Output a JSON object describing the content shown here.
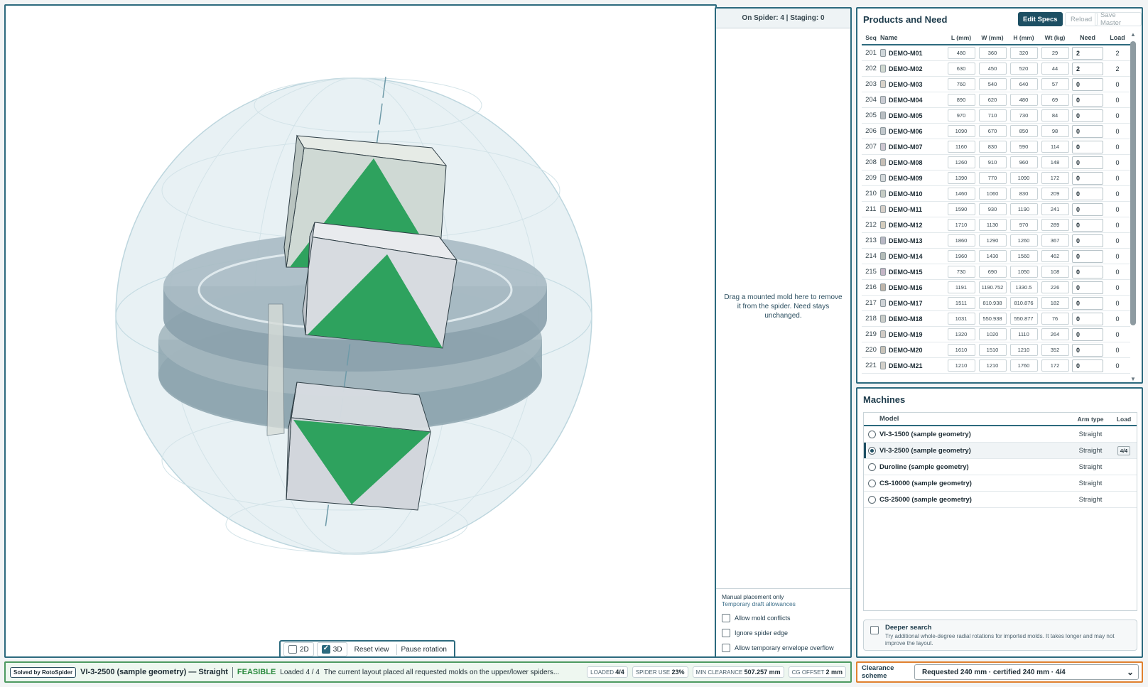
{
  "viewport": {
    "controls": {
      "label_2d": "2D",
      "label_3d": "3D",
      "reset": "Reset view",
      "pause": "Pause rotation",
      "checked_2d": false,
      "checked_3d": true
    },
    "colors": {
      "sphere": "#e3eef2",
      "spider": "#8da3ad",
      "mold": "#d6dbde",
      "marker": "#2ea25e"
    }
  },
  "staging": {
    "header": "On Spider: 4 | Staging: 0",
    "drop_hint": "Drag a mounted mold here to remove it from the spider. Need stays unchanged.",
    "note1": "Manual placement only",
    "note2": "Temporary draft allowances",
    "options": [
      "Allow mold conflicts",
      "Ignore spider edge",
      "Allow temporary envelope overflow"
    ]
  },
  "products": {
    "title": "Products and Need",
    "btn_edit": "Edit Specs",
    "btn_reload": "Reload",
    "btn_save": "Save Master",
    "columns": {
      "seq": "Seq",
      "name": "Name",
      "l": "L (mm)",
      "w": "W (mm)",
      "h": "H (mm)",
      "wt": "Wt (kg)",
      "need": "Need",
      "load": "Load"
    },
    "rows": [
      {
        "seq": "201",
        "name": "DEMO-M01",
        "l": "480",
        "w": "360",
        "h": "320",
        "wt": "29",
        "need": "2",
        "load": "2",
        "color": "#cfd6d9"
      },
      {
        "seq": "202",
        "name": "DEMO-M02",
        "l": "630",
        "w": "450",
        "h": "520",
        "wt": "44",
        "need": "2",
        "load": "2",
        "color": "#d0d8d0"
      },
      {
        "seq": "203",
        "name": "DEMO-M03",
        "l": "760",
        "w": "540",
        "h": "640",
        "wt": "57",
        "need": "0",
        "load": "0",
        "color": "#d8d2c9"
      },
      {
        "seq": "204",
        "name": "DEMO-M04",
        "l": "890",
        "w": "620",
        "h": "480",
        "wt": "69",
        "need": "0",
        "load": "0",
        "color": "#c9cbd2"
      },
      {
        "seq": "205",
        "name": "DEMO-M05",
        "l": "970",
        "w": "710",
        "h": "730",
        "wt": "84",
        "need": "0",
        "load": "0",
        "color": "#b9bec2"
      },
      {
        "seq": "206",
        "name": "DEMO-M06",
        "l": "1090",
        "w": "670",
        "h": "850",
        "wt": "98",
        "need": "0",
        "load": "0",
        "color": "#c2c8cc"
      },
      {
        "seq": "207",
        "name": "DEMO-M07",
        "l": "1160",
        "w": "830",
        "h": "590",
        "wt": "114",
        "need": "0",
        "load": "0",
        "color": "#cdc6d0"
      },
      {
        "seq": "208",
        "name": "DEMO-M08",
        "l": "1260",
        "w": "910",
        "h": "960",
        "wt": "148",
        "need": "0",
        "load": "0",
        "color": "#c7bfb6"
      },
      {
        "seq": "209",
        "name": "DEMO-M09",
        "l": "1390",
        "w": "770",
        "h": "1090",
        "wt": "172",
        "need": "0",
        "load": "0",
        "color": "#d4d8da"
      },
      {
        "seq": "210",
        "name": "DEMO-M10",
        "l": "1460",
        "w": "1060",
        "h": "830",
        "wt": "209",
        "need": "0",
        "load": "0",
        "color": "#c6ccc4"
      },
      {
        "seq": "211",
        "name": "DEMO-M11",
        "l": "1590",
        "w": "930",
        "h": "1190",
        "wt": "241",
        "need": "0",
        "load": "0",
        "color": "#d6cfc8"
      },
      {
        "seq": "212",
        "name": "DEMO-M12",
        "l": "1710",
        "w": "1130",
        "h": "970",
        "wt": "289",
        "need": "0",
        "load": "0",
        "color": "#d4ccbd"
      },
      {
        "seq": "213",
        "name": "DEMO-M13",
        "l": "1860",
        "w": "1290",
        "h": "1260",
        "wt": "367",
        "need": "0",
        "load": "0",
        "color": "#b8b8c4"
      },
      {
        "seq": "214",
        "name": "DEMO-M14",
        "l": "1960",
        "w": "1430",
        "h": "1560",
        "wt": "462",
        "need": "0",
        "load": "0",
        "color": "#b4bcb8"
      },
      {
        "seq": "215",
        "name": "DEMO-M15",
        "l": "730",
        "w": "690",
        "h": "1050",
        "wt": "108",
        "need": "0",
        "load": "0",
        "color": "#c4b6c6"
      },
      {
        "seq": "216",
        "name": "DEMO-M16",
        "l": "1191",
        "w": "1190.752",
        "h": "1330.5",
        "wt": "226",
        "need": "0",
        "load": "0",
        "color": "#bfb5aa"
      },
      {
        "seq": "217",
        "name": "DEMO-M17",
        "l": "1511",
        "w": "810.938",
        "h": "810.876",
        "wt": "182",
        "need": "0",
        "load": "0",
        "color": "#cfd3d6"
      },
      {
        "seq": "218",
        "name": "DEMO-M18",
        "l": "1031",
        "w": "550.938",
        "h": "550.877",
        "wt": "76",
        "need": "0",
        "load": "0",
        "color": "#c9ccc8"
      },
      {
        "seq": "219",
        "name": "DEMO-M19",
        "l": "1320",
        "w": "1020",
        "h": "1110",
        "wt": "264",
        "need": "0",
        "load": "0",
        "color": "#d1cbc5"
      },
      {
        "seq": "220",
        "name": "DEMO-M20",
        "l": "1610",
        "w": "1510",
        "h": "1210",
        "wt": "352",
        "need": "0",
        "load": "0",
        "color": "#c8c3b9"
      },
      {
        "seq": "221",
        "name": "DEMO-M21",
        "l": "1210",
        "w": "1210",
        "h": "1760",
        "wt": "172",
        "need": "0",
        "load": "0",
        "color": "#d3d0ca"
      }
    ]
  },
  "machines": {
    "title": "Machines",
    "columns": {
      "model": "Model",
      "arm": "Arm type",
      "load": "Load"
    },
    "rows": [
      {
        "model": "VI-3-1500 (sample geometry)",
        "arm": "Straight",
        "load": "",
        "selected": false
      },
      {
        "model": "VI-3-2500 (sample geometry)",
        "arm": "Straight",
        "load": "4/4",
        "selected": true
      },
      {
        "model": "Duroline (sample geometry)",
        "arm": "Straight",
        "load": "",
        "selected": false
      },
      {
        "model": "CS-10000 (sample geometry)",
        "arm": "Straight",
        "load": "",
        "selected": false
      },
      {
        "model": "CS-25000 (sample geometry)",
        "arm": "Straight",
        "load": "",
        "selected": false
      }
    ],
    "deeper_title": "Deeper search",
    "deeper_desc": "Try additional whole-degree radial rotations for imported molds. It takes longer and may not improve the layout."
  },
  "status": {
    "solved": "Solved by RotoSpider",
    "machine": "VI-3-2500 (sample geometry) — Straight",
    "feasible": "FEASIBLE",
    "loaded": "Loaded 4 / 4",
    "message": "The current layout placed all requested molds on the upper/lower spiders...",
    "loaded_label": "LOADED",
    "loaded_value": "4/4",
    "spider_label": "SPIDER USE",
    "spider_value": "23%",
    "clearance_label": "MIN CLEARANCE",
    "clearance_value": "507.257 mm",
    "cg_label": "CG OFFSET",
    "cg_value": "2 mm"
  },
  "clearance": {
    "label": "Clearance scheme",
    "value": "Requested 240 mm · certified 240 mm · 4/4"
  }
}
